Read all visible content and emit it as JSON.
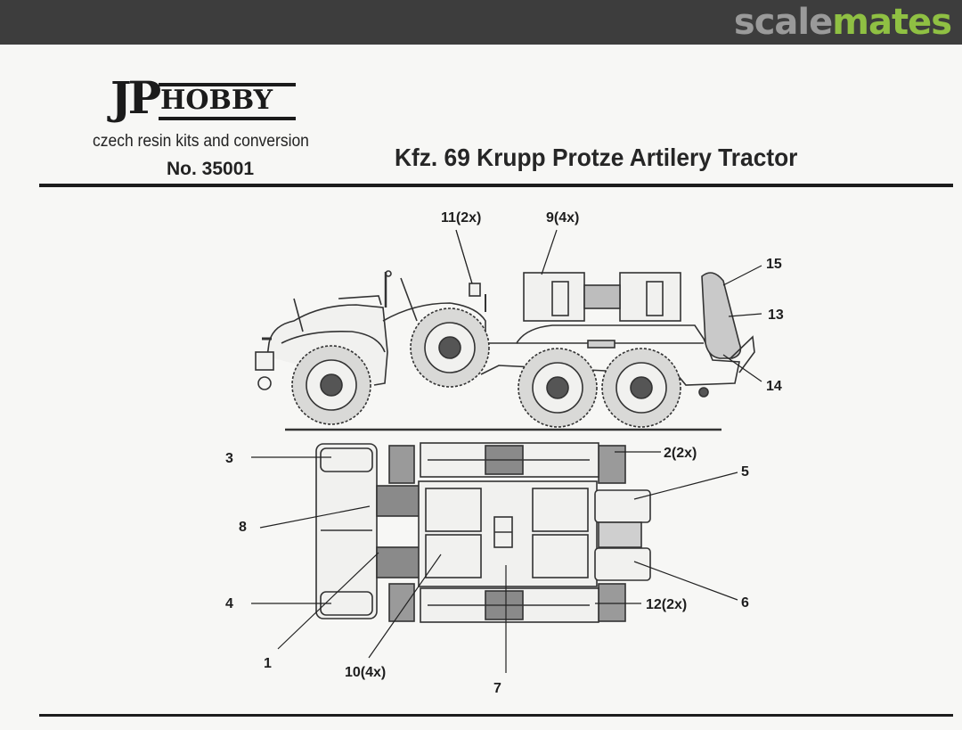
{
  "site": {
    "brand_part1": "scale",
    "brand_part2": "mates"
  },
  "logo": {
    "jp": "JP",
    "hobby": "HOBBY",
    "tagline": "czech resin kits and conversion",
    "kit_number": "No. 35001"
  },
  "title": "Kfz. 69 Krupp Protze Artilery Tractor",
  "side_view_callouts": [
    "11(2x)",
    "9(4x)",
    "15",
    "13",
    "14"
  ],
  "top_view_callouts": [
    "3",
    "2(2x)",
    "5",
    "8",
    "4",
    "12(2x)",
    "6",
    "1",
    "10(4x)",
    "7"
  ]
}
